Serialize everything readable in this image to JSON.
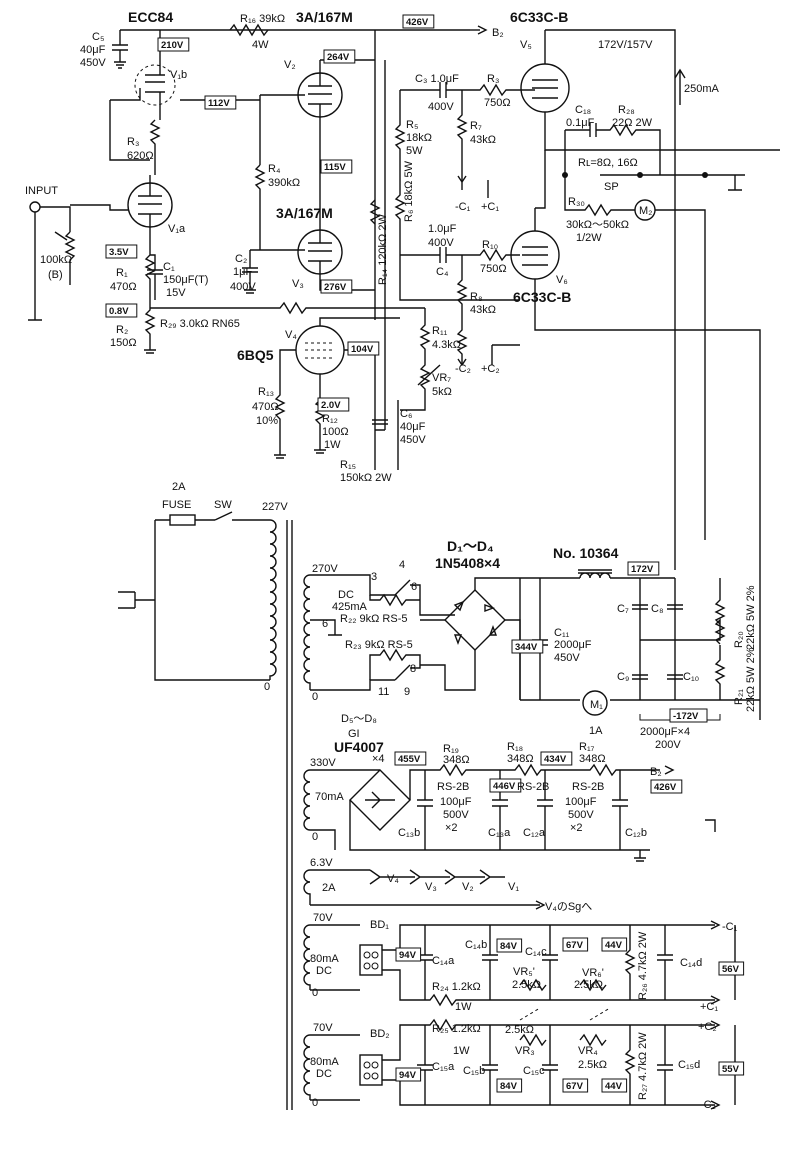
{
  "titles": {
    "ecc84": "ECC84",
    "v2_type": "3A/167M",
    "v3_type": "3A/167M",
    "v5_type": "6C33C-B",
    "v6_type": "6C33C-B",
    "v4_type": "6BQ5",
    "diodes1": "D₁～D₄",
    "diodes1_part": "1N5408×4",
    "diodes2": "D₅～D₈",
    "diodes2_mfr": "GI",
    "diodes2_part": "UF4007",
    "diodes2_count": "×4",
    "choke": "No. 10364"
  },
  "voltage_tags": [
    "210V",
    "426V",
    "264V",
    "112V",
    "115V",
    "276V",
    "3.5V",
    "0.8V",
    "104V",
    "2.0V",
    "172V",
    "344V",
    "-172V",
    "455V",
    "446V",
    "434V",
    "426V",
    "94V",
    "84V",
    "67V",
    "44V",
    "56V",
    "94V",
    "84V",
    "67V",
    "44V",
    "55V"
  ],
  "labels": {
    "c5": "C₅",
    "c5_val": "40μF",
    "c5_v": "450V",
    "v1b": "V₁b",
    "v1a": "V₁a",
    "v2": "V₂",
    "v3": "V₃",
    "v4": "V₄",
    "v5": "V₅",
    "v6": "V₆",
    "r16": "R₁₆ 39kΩ",
    "r16_w": "4W",
    "b2_top": "B₂",
    "top_right": "172V/157V",
    "current_250": "250mA",
    "r3": "R₃",
    "r3_val": "620Ω",
    "input": "INPUT",
    "vr_in": "100kΩ",
    "vr_in_b": "(B)",
    "r1": "R₁",
    "r1_val": "470Ω",
    "c1": "C₁",
    "c1_val": "150μF(T)",
    "c1_v": "15V",
    "r2": "R₂",
    "r2_val": "150Ω",
    "r29": "R₂₉ 3.0kΩ RN65",
    "r4": "R₄",
    "r4_val": "390kΩ",
    "c2": "C₂",
    "c2_val": "1μF",
    "c2_v": "400V",
    "c3": "C₃ 1.0μF",
    "c3_v": "400V",
    "r3b": "R₃",
    "r3b_val": "750Ω",
    "r5": "R₅",
    "r5_val": "18kΩ",
    "r5_w": "5W",
    "r7": "R₇",
    "r7_val": "43kΩ",
    "mc1": "-C₁",
    "pc1": "+C₁",
    "r6": "R₆ 18kΩ 5W",
    "r14": "R₁₄ 120kΩ 2W",
    "c4": "C₄",
    "c4_val": "1.0μF",
    "c4_v": "400V",
    "r10": "R₁₀",
    "r10_val": "750Ω",
    "r8": "R₈",
    "r8_val": "43kΩ",
    "r11": "R₁₁",
    "r11_val": "4.3kΩ",
    "mc2": "-C₂",
    "pc2": "+C₂",
    "vr7": "VR₇",
    "vr7_val": "5kΩ",
    "c18": "C₁₈",
    "c18_val": "0.1μF",
    "r28": "R₂₈",
    "r28_val": "22Ω 2W",
    "rl": "Rʟ=8Ω, 16Ω",
    "sp": "SP",
    "r30": "R₃₀",
    "r30_val": "30kΩ～50kΩ",
    "r30_w": "1/2W",
    "m2": "M₂",
    "r13": "R₁₃",
    "r13_val": "470Ω",
    "r13_t": "10%",
    "r12": "R₁₂",
    "r12_val": "100Ω",
    "r12_w": "1W",
    "c6": "C₆",
    "c6_val": "40μF",
    "c6_v": "450V",
    "r15": "R₁₅",
    "r15_val": "150kΩ 2W",
    "fuse_a": "2A",
    "fuse": "FUSE",
    "sw": "SW",
    "v227": "227V",
    "v270": "270V",
    "dc": "DC",
    "dc_ma": "425mA",
    "tap6": "6",
    "tap0": "0",
    "tap0b": "0",
    "r22": "R₂₂ 9kΩ RS-5",
    "r23": "R₂₃ 9kΩ RS-5",
    "sw3": "3",
    "sw4": "4",
    "sw6": "6",
    "sw8": "8",
    "sw11": "11",
    "sw9": "9",
    "c11": "C₁₁",
    "c11_val": "2000μF",
    "c11_v": "450V",
    "c7": "C₇",
    "c8": "C₈",
    "c9": "C₉",
    "c10": "C₁₀",
    "r20": "R₂₀",
    "r20_val": "22kΩ 5W 2%",
    "r21": "R₂₁",
    "r21_val": "22kΩ 5W 2%",
    "m1": "M₁",
    "m1_a": "1A",
    "cbank": "2000μF×4",
    "cbank_v": "200V",
    "v330": "330V",
    "ma70": "70mA",
    "tap0c": "0",
    "r19": "R₁₉",
    "r19_val": "348Ω",
    "r19_t": "RS-2B",
    "r18": "R₁₈",
    "r18_val": "348Ω",
    "r18_t": "RS-2B",
    "r17": "R₁₇",
    "r17_val": "348Ω",
    "r17_t": "RS-2B",
    "b2_bot": "B₂",
    "c13_val": "100μF",
    "c13_v": "500V",
    "c13_x": "×2",
    "c12_val": "100μF",
    "c12_v": "500V",
    "c12_x": "×2",
    "c13b": "C₁₃b",
    "c13a": "C₁₃a",
    "c12a": "C₁₂a",
    "c12b": "C₁₂b",
    "v63": "6.3V",
    "a2": "2A",
    "h4": "V₄",
    "h3": "V₃",
    "h2": "V₂",
    "h1": "V₁",
    "sg": "V₄のSɡへ",
    "v70a": "70V",
    "ma80a": "80mA",
    "dca": "DC",
    "tap0d": "0",
    "bd1": "BD₁",
    "c14a": "C₁₄a",
    "c14b": "C₁₄b",
    "c14c": "C₁₄c",
    "c14d": "C₁₄d",
    "r24": "R₂₄ 1.2kΩ",
    "r24_w": "1W",
    "vr5": "VR₅'",
    "vr5_val": "2.5kΩ",
    "vr6": "VR₆'",
    "vr6_val": "2.5kΩ",
    "r26": "R₂₆ 4.7kΩ 2W",
    "mc1r": "-C₁",
    "pc1r": "+C₁",
    "v70b": "70V",
    "ma80b": "80mA",
    "dcb": "DC",
    "tap0e": "0",
    "bd2": "BD₂",
    "r25": "R₂₅ 1.2kΩ",
    "r25_w": "1W",
    "r25_vr": "2.5kΩ",
    "vr3": "VR₃",
    "vr4": "VR₄",
    "vr4_val": "2.5kΩ",
    "c15a": "C₁₅a",
    "c15b": "C₁₅b",
    "c15c": "C₁₅c",
    "c15d": "C₁₅d",
    "r27": "R₂₇ 4.7kΩ 2W",
    "pc2r": "+C₂",
    "mc2r": "-C₂"
  }
}
